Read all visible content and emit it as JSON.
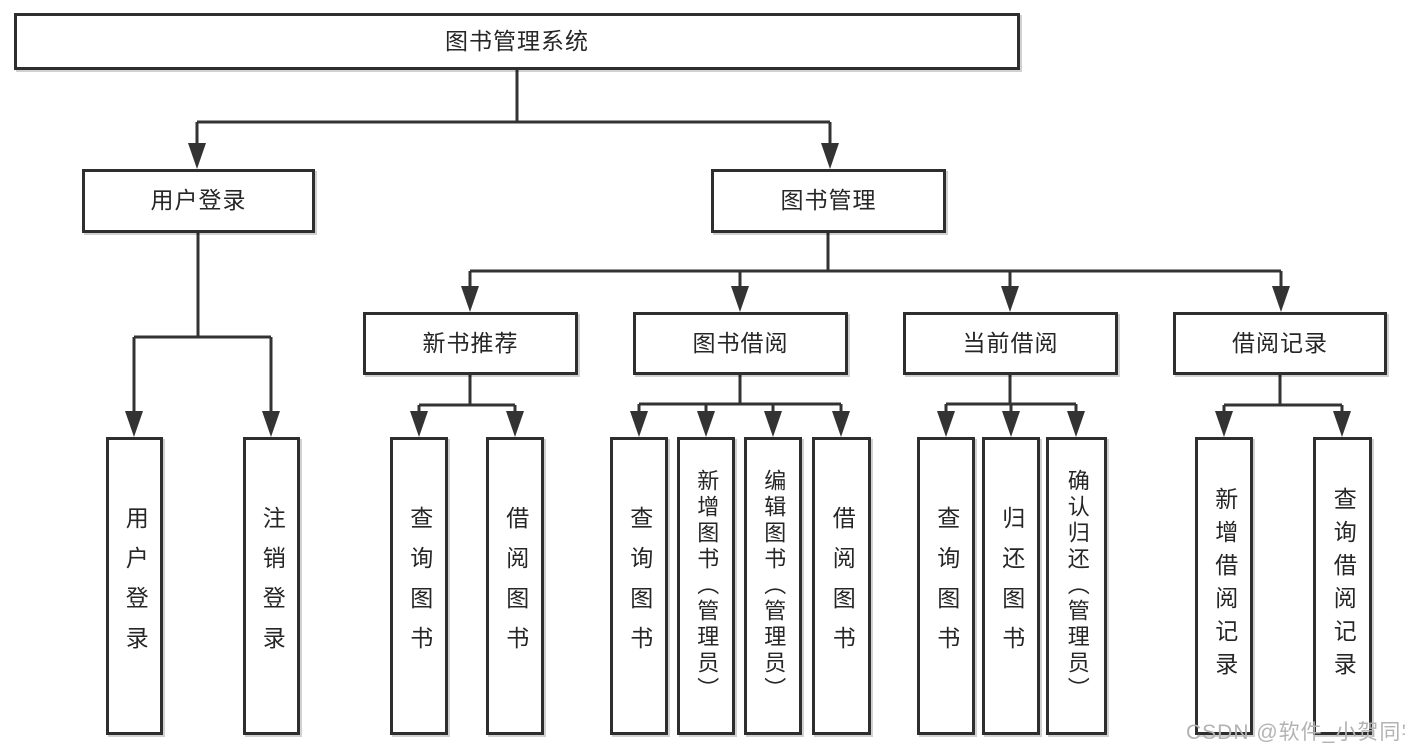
{
  "diagram": {
    "type": "tree",
    "title": "图书管理系统",
    "watermark": "CSDN @软件_小贺同学",
    "colors": {
      "line": "#333333",
      "box_border": "#2e2e2e",
      "text": "#262626",
      "background": "#ffffff",
      "watermark": "#b3b3b3"
    },
    "nodes": {
      "root": {
        "label": "图书管理系统",
        "level": 1,
        "parent": null
      },
      "login": {
        "label": "用户登录",
        "level": 2,
        "parent": "root"
      },
      "mgmt": {
        "label": "图书管理",
        "level": 2,
        "parent": "root"
      },
      "newrec": {
        "label": "新书推荐",
        "level": 3,
        "parent": "mgmt"
      },
      "borrow": {
        "label": "图书借阅",
        "level": 3,
        "parent": "mgmt"
      },
      "current": {
        "label": "当前借阅",
        "level": 3,
        "parent": "mgmt"
      },
      "records": {
        "label": "借阅记录",
        "level": 3,
        "parent": "mgmt"
      },
      "login_user": {
        "label": "用户登录",
        "level": 4,
        "parent": "login"
      },
      "login_logout": {
        "label": "注销登录",
        "level": 4,
        "parent": "login"
      },
      "newrec_query": {
        "label": "查询图书",
        "level": 4,
        "parent": "newrec"
      },
      "newrec_lend": {
        "label": "借阅图书",
        "level": 4,
        "parent": "newrec"
      },
      "borrow_query": {
        "label": "查询图书",
        "level": 4,
        "parent": "borrow"
      },
      "borrow_add": {
        "label": "新增图书（管理员）",
        "level": 4,
        "parent": "borrow"
      },
      "borrow_edit": {
        "label": "编辑图书（管理员）",
        "level": 4,
        "parent": "borrow"
      },
      "borrow_lend": {
        "label": "借阅图书",
        "level": 4,
        "parent": "borrow"
      },
      "current_query": {
        "label": "查询图书",
        "level": 4,
        "parent": "current"
      },
      "current_return": {
        "label": "归还图书",
        "level": 4,
        "parent": "current"
      },
      "current_confirm": {
        "label": "确认归还（管理员）",
        "level": 4,
        "parent": "current"
      },
      "records_add": {
        "label": "新增借阅记录",
        "level": 4,
        "parent": "records"
      },
      "records_query": {
        "label": "查询借阅记录",
        "level": 4,
        "parent": "records"
      }
    }
  }
}
